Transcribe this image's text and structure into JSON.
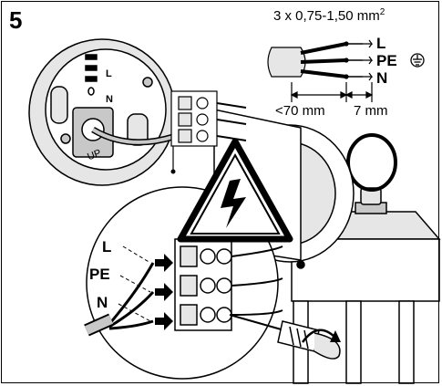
{
  "step_number": "5",
  "cable_spec": {
    "text": "3 x 0,75-1,50 mm",
    "superscript": "2"
  },
  "conductor_labels_top": {
    "live": "L",
    "earth": "PE",
    "neutral": "N"
  },
  "dimensions": {
    "sheath_strip": "<70 mm",
    "wire_strip": "7 mm"
  },
  "socket_labels": {
    "live": "L",
    "neutral": "N",
    "up_marking": "UP"
  },
  "conductor_labels_detail": {
    "live": "L",
    "earth": "PE",
    "neutral": "N"
  },
  "icons": [
    "earth-ground-icon",
    "high-voltage-warning-icon",
    "screwdriver-icon",
    "rotate-arrow-icon"
  ],
  "colors": {
    "line": "#000000",
    "fill_light": "#e6e6e6",
    "fill_mid": "#c8c8c8",
    "background": "#ffffff"
  }
}
